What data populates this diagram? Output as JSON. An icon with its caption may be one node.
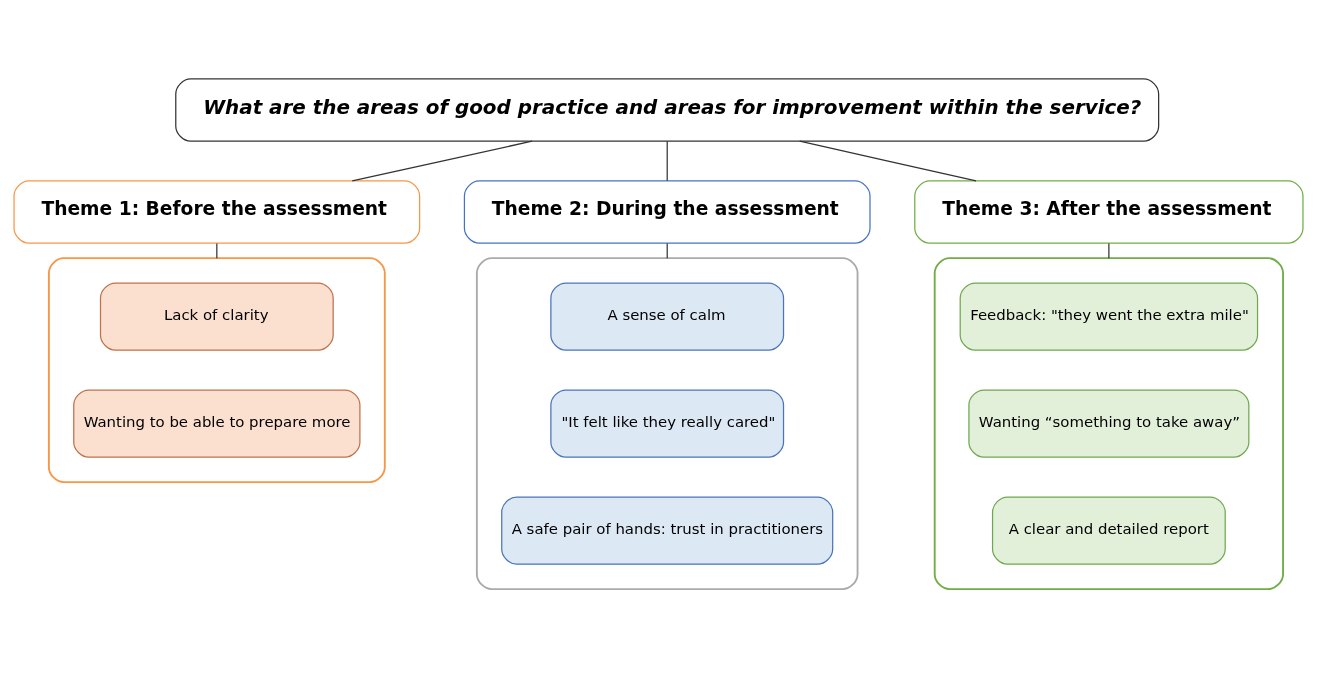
{
  "diagram": {
    "nodes": [
      {
        "text": [
          "What are the areas of good practice and areas for improvement within the service?"
        ]
      },
      {
        "text": [
          "Theme 1: Before the assessment"
        ]
      },
      {
        "text": [
          "Theme 2: During the assessment"
        ]
      },
      {
        "text": [
          "Theme 3: After the assessment"
        ]
      },
      {
        "text": [],
        "shape": "box"
      },
      {
        "text": [
          "Lack of clarity"
        ],
        "in": 4
      },
      {
        "text": [
          "Wanting to be able to prepare more"
        ],
        "in": 4
      },
      {
        "text": [],
        "shape": "box"
      },
      {
        "text": [
          "A sense of calm"
        ],
        "in": 7
      },
      {
        "text": [
          "\"It felt like they really cared\""
        ],
        "in": 7
      },
      {
        "text": [
          "A safe pair of hands: trust in practitioners"
        ],
        "in": 7
      },
      {
        "text": [],
        "shape": "box"
      },
      {
        "text": [
          "Feedback: \"they went the extra mile\""
        ],
        "in": 11
      },
      {
        "text": [
          "Wanting “something to take away”"
        ],
        "in": 11
      },
      {
        "text": [
          "A clear and detailed report"
        ],
        "in": 11
      }
    ],
    "edges": [
      {
        "from": 0,
        "to": 1,
        "arrow": "none"
      },
      {
        "from": 0,
        "to": 2,
        "arrow": "none"
      },
      {
        "from": 0,
        "to": 3,
        "arrow": "none"
      },
      {
        "from": 1,
        "to": 4,
        "arrow": "none"
      },
      {
        "from": 2,
        "to": 7,
        "arrow": "none"
      },
      {
        "from": 3,
        "to": 11,
        "arrow": "none"
      }
    ]
  }
}
